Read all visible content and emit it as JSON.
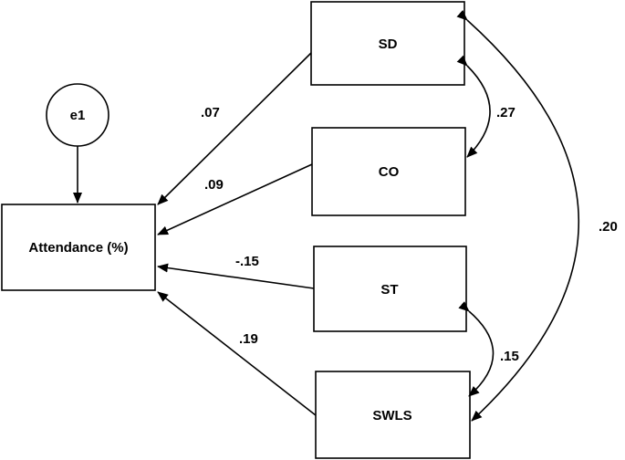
{
  "nodes": {
    "outcome": "Attendance (%)",
    "error": "e1",
    "sd": "SD",
    "co": "CO",
    "st": "ST",
    "swls": "SWLS"
  },
  "paths": {
    "sd_outcome": ".07",
    "co_outcome": ".09",
    "st_outcome": "-.15",
    "swls_outcome": ".19"
  },
  "correlations": {
    "sd_co": ".27",
    "st_swls": ".15",
    "sd_swls": ".20"
  }
}
